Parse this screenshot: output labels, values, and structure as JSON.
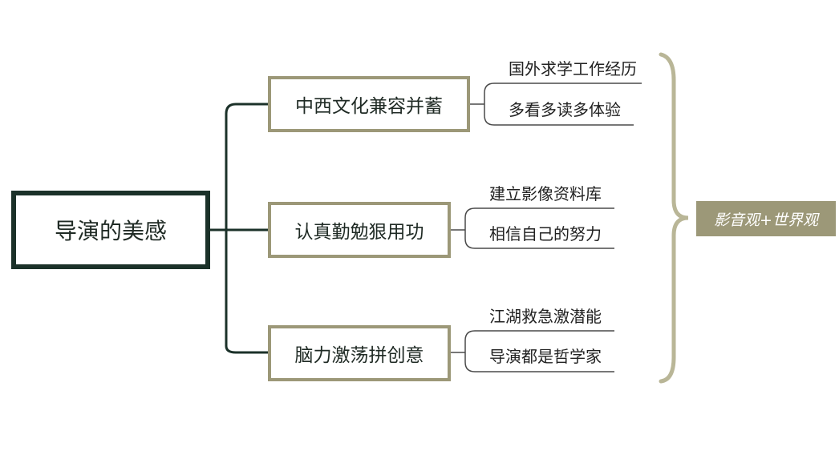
{
  "root": {
    "label": "导演的美感"
  },
  "branches": [
    {
      "label": "中西文化兼容并蓄",
      "leaves": [
        "国外求学工作经历",
        "多看多读多体验"
      ]
    },
    {
      "label": "认真勤勉狠用功",
      "leaves": [
        "建立影像资料库",
        "相信自己的努力"
      ]
    },
    {
      "label": "脑力激荡拼创意",
      "leaves": [
        "江湖救急激潜能",
        "导演都是哲学家"
      ]
    }
  ],
  "summary": {
    "label": "影音观+世界观"
  },
  "colors": {
    "root_border": "#1b3129",
    "branch_border": "#9c9878",
    "connector_dark": "#1b3129",
    "connector_light": "#4a4a4a",
    "brace": "#b9b697",
    "summary_fill": "#9c9878"
  }
}
